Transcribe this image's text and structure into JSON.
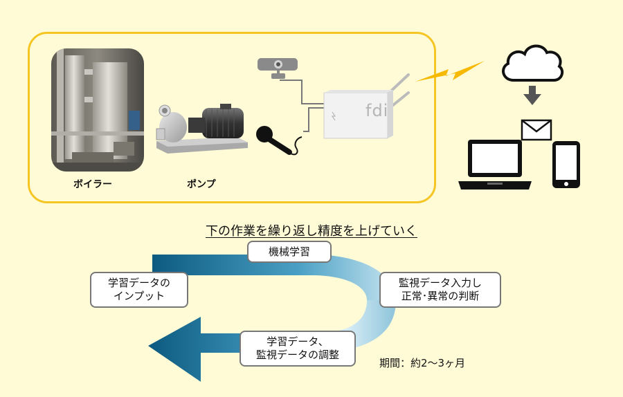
{
  "equipment": {
    "boiler_label": "ボイラー",
    "pump_label": "ポンプ"
  },
  "device": {
    "logo_text": "fdi"
  },
  "cycle": {
    "title": "下の作業を繰り返し精度を上げていく",
    "steps": {
      "machine_learning": "機械学習",
      "input_line1": "学習データの",
      "input_line2": "インプット",
      "monitor_line1": "監視データ入力し",
      "monitor_line2": "正常･異常の判断",
      "adjust_line1": "学習データ、",
      "adjust_line2": "監視データの調整"
    },
    "period": "期間：約2～3ヶ月"
  },
  "colors": {
    "frame": "#f5c623",
    "background": "#fffbd6",
    "arrow_dark": "#0f5d82",
    "arrow_light": "#cfe9f3",
    "bolt": "#f6b900"
  }
}
